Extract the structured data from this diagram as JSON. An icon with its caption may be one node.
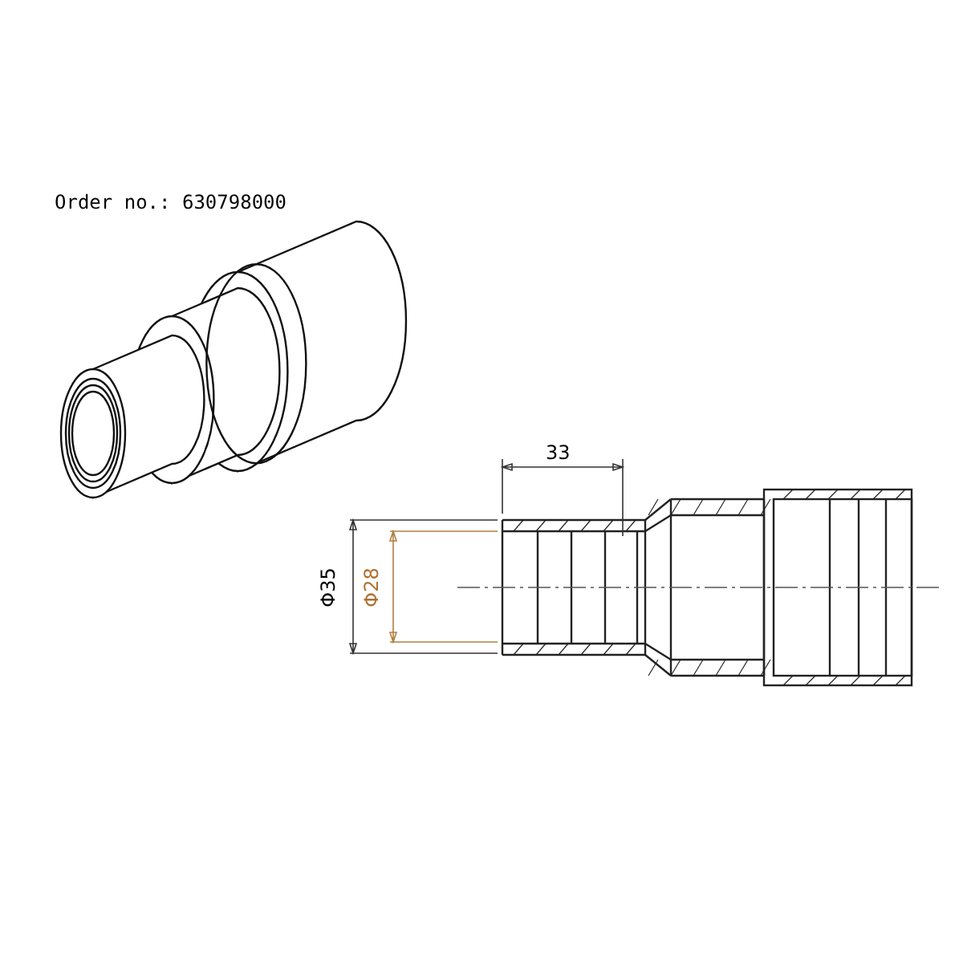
{
  "diagram": {
    "labels": [
      "Order no.: 630798000",
      "33",
      "Φ35",
      "Φ28"
    ]
  }
}
